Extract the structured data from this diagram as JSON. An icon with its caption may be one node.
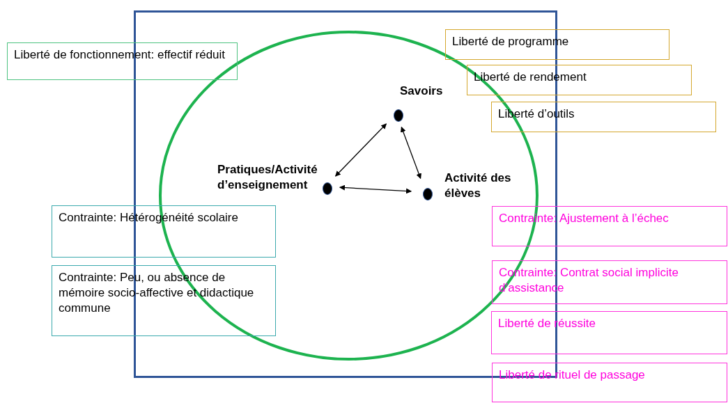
{
  "diagram": {
    "nodes": [
      {
        "text": [],
        "shape": "box"
      },
      {
        "text": [],
        "shape": "circle",
        "in": 0
      },
      {
        "text": [],
        "shape": "circle",
        "in": 1,
        "beside": [
          "Savoirs"
        ]
      },
      {
        "text": [],
        "shape": "circle",
        "in": 1,
        "beside": [
          "Pratiques/Activité d’enseignement"
        ]
      },
      {
        "text": [],
        "shape": "circle",
        "in": 1,
        "beside": [
          "Activité des élèves"
        ]
      },
      {
        "text": [
          "Liberté de fonctionnement: effectif réduit"
        ]
      },
      {
        "text": [
          "Liberté de programme"
        ]
      },
      {
        "text": [
          "Liberté de rendement"
        ]
      },
      {
        "text": [
          "Liberté d’outils"
        ]
      },
      {
        "text": [
          "Contrainte: Hétérogénéité scolaire"
        ]
      },
      {
        "text": [
          "Contrainte: Peu, ou absence de mémoire socio-affective et didactique commune"
        ]
      },
      {
        "text": [
          "Contrainte: Ajustement à l’échec"
        ]
      },
      {
        "text": [
          "Contrainte: Contrat social implicite d’assistance"
        ]
      },
      {
        "text": [
          "Liberté de réussite"
        ]
      },
      {
        "text": [
          "Liberté de rituel de passage"
        ]
      }
    ],
    "edges": [
      {
        "from": 3,
        "to": 2,
        "arrow": "both"
      },
      {
        "from": 2,
        "to": 4,
        "arrow": "both"
      },
      {
        "from": 3,
        "to": 4,
        "arrow": "both"
      }
    ]
  }
}
